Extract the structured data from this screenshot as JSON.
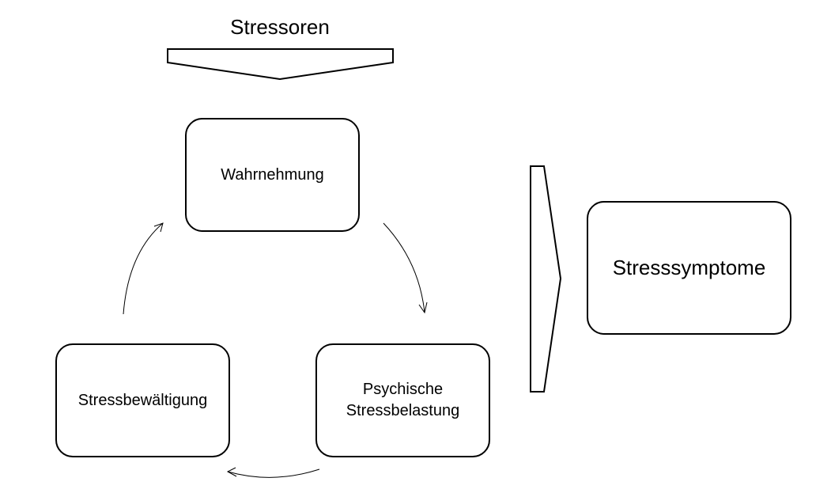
{
  "diagram": {
    "title": "Stressoren",
    "nodes": {
      "perception": "Wahrnehmung",
      "psych_line1": "Psychische",
      "psych_line2": "Stressbelastung",
      "coping": "Stressbewältigung",
      "symptoms": "Stresssymptome"
    },
    "edges": [
      {
        "from": "Wahrnehmung",
        "to": "Psychische Stressbelastung"
      },
      {
        "from": "Psychische Stressbelastung",
        "to": "Stressbewältigung"
      },
      {
        "from": "Stressbewältigung",
        "to": "Wahrnehmung"
      }
    ],
    "colors": {
      "stroke": "#000000",
      "background": "#ffffff"
    }
  }
}
